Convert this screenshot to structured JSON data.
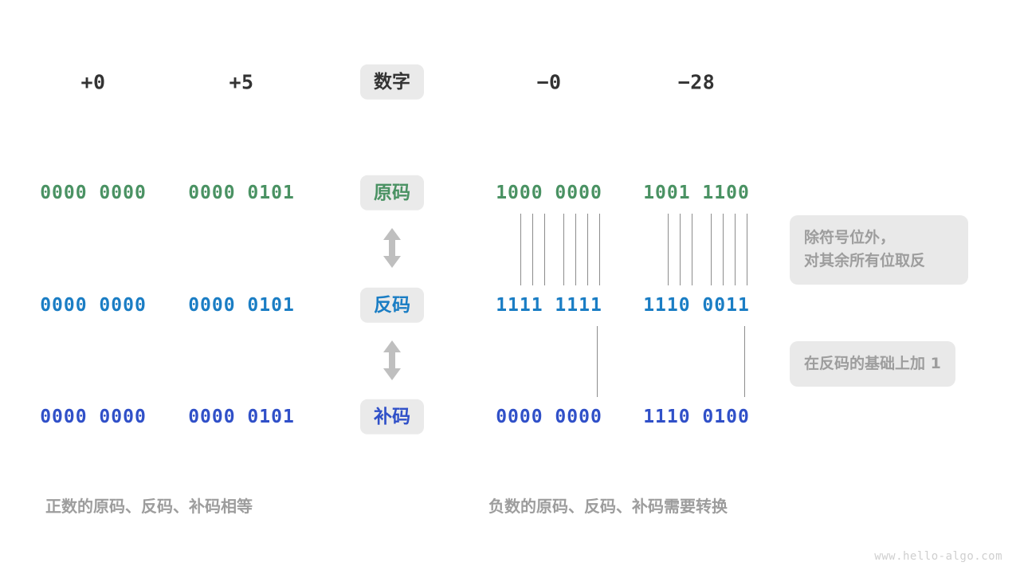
{
  "watermark": "www.hello-algo.com",
  "columns": {
    "labels": [
      "+0",
      "+5",
      "− 0",
      "− 28"
    ],
    "values": [
      "+0",
      "+5",
      "−0",
      "−28"
    ]
  },
  "row_labels": [
    {
      "text": "数字",
      "tone": "dark"
    },
    {
      "text": "原码",
      "tone": "green"
    },
    {
      "text": "反码",
      "tone": "blue"
    },
    {
      "text": "补码",
      "tone": "indigo"
    }
  ],
  "rows": [
    {
      "name": "sign-magnitude",
      "label": "原码",
      "tone": "green",
      "bits": [
        "0000 0000",
        "0000 0101",
        "1000 0000",
        "1001 1100"
      ]
    },
    {
      "name": "ones-complement",
      "label": "反码",
      "tone": "blue",
      "bits": [
        "0000 0000",
        "0000 0101",
        "1111 1111",
        "1110 0011"
      ]
    },
    {
      "name": "twos-complement",
      "label": "补码",
      "tone": "indigo",
      "bits": [
        "0000 0000",
        "0000 0101",
        "0000 0000",
        "1110 0100"
      ]
    }
  ],
  "notes": [
    {
      "name": "invert-note",
      "text": "除符号位外，\n对其余所有位取反"
    },
    {
      "name": "add-one-note",
      "text": "在反码的基础上加  1"
    }
  ],
  "captions": [
    {
      "name": "positive-caption",
      "text": "正数的原码、反码、补码相等"
    },
    {
      "name": "negative-caption",
      "text": "负数的原码、反码、补码需要转换"
    }
  ],
  "colors": {
    "green": "#4a9263",
    "blue": "#1a7dc4",
    "indigo": "#3050c8",
    "pill_bg": "#eaeaea",
    "note_bg": "#e9e9e9",
    "note_text": "#9d9d9d",
    "line": "#8c8c8c",
    "arrow": "#bfbfbf"
  }
}
